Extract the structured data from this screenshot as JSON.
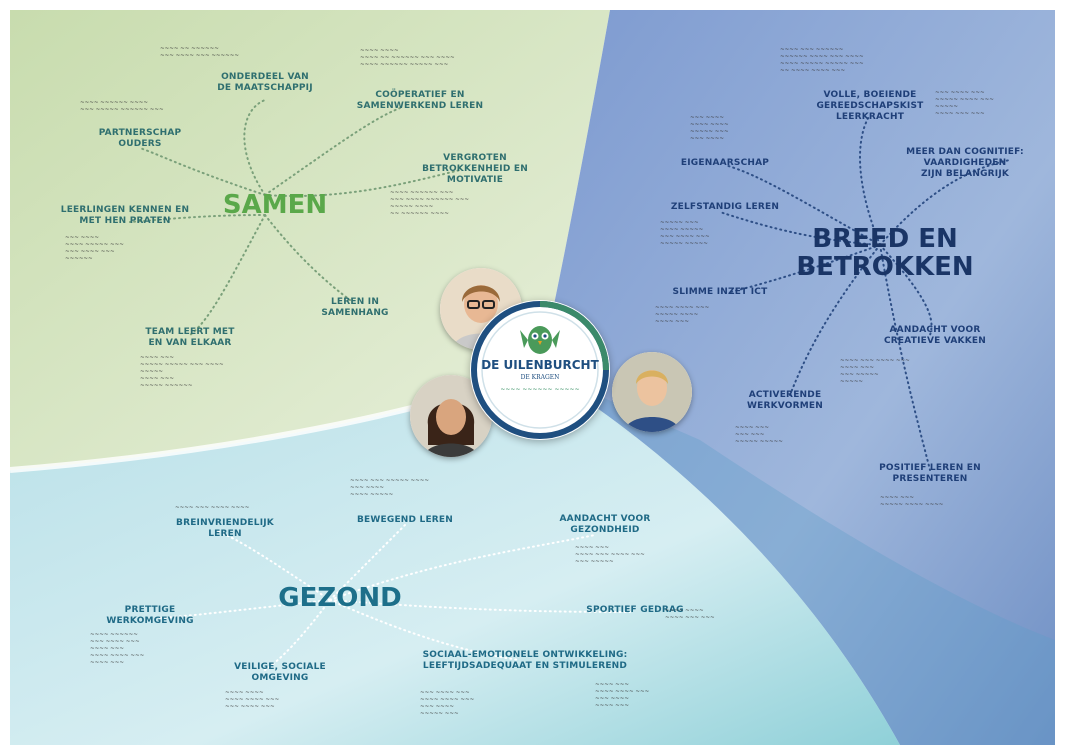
{
  "colors": {
    "samen": "#2f6f6f",
    "breed": "#1f3f78",
    "gezond": "#1f6a86",
    "samen_hub": "#5aa84a",
    "breed_hub": "#1a3566",
    "gezond_hub": "#1d6f8a"
  },
  "logo": {
    "title": "DE UILENBURCHT",
    "subtitle": "DE KRAGEN",
    "icon": "owl-icon"
  },
  "samen": {
    "hub": "SAMEN",
    "topics": [
      "ONDERDEEL VAN\nDE MAATSCHAPPIJ",
      "COÖPERATIEF EN\nSAMENWERKEND LEREN",
      "PARTNERSCHAP\nOUDERS",
      "VERGROTEN\nBETROKKENHEID EN\nMOTIVATIE",
      "LEERLINGEN KENNEN EN\nMET HEN PRATEN",
      "LEREN IN\nSAMENHANG",
      "TEAM LEERT MET\nEN VAN ELKAAR"
    ]
  },
  "breed": {
    "hub": "BREED EN\nBETROKKEN",
    "topics": [
      "VOLLE, BOEIENDE\nGEREEDSCHAPSKIST\nLEERKRACHT",
      "MEER DAN COGNITIEF:\nVAARDIGHEDEN\nZIJN BELANGRIJK",
      "EIGENAARSCHAP",
      "ZELFSTANDIG LEREN",
      "SLIMME INZET ICT",
      "AANDACHT VOOR\nCREATIEVE VAKKEN",
      "ACTIVERENDE\nWERKVORMEN",
      "POSITIEF LEREN EN\nPRESENTEREN"
    ]
  },
  "gezond": {
    "hub": "GEZOND",
    "topics": [
      "BREINVRIENDELIJK\nLEREN",
      "BEWEGEND LEREN",
      "AANDACHT VOOR\nGEZONDHEID",
      "PRETTIGE\nWERKOMGEVING",
      "SPORTIEF GEDRAG",
      "VEILIGE, SOCIALE\nOMGEVING",
      "SOCIAAL-EMOTIONELE ONTWIKKELING:\nLEEFTIJDSADEQUAAT EN STIMULEREND"
    ]
  }
}
